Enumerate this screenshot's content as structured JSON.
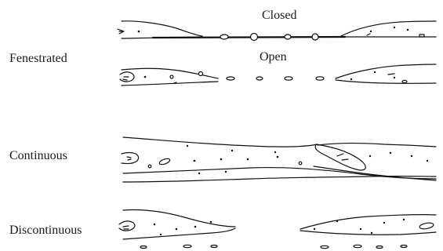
{
  "labels": {
    "fenestrated": "Fenestrated",
    "closed": "Closed",
    "open": "Open",
    "continuous": "Continuous",
    "discontinuous": "Discontinuous"
  }
}
